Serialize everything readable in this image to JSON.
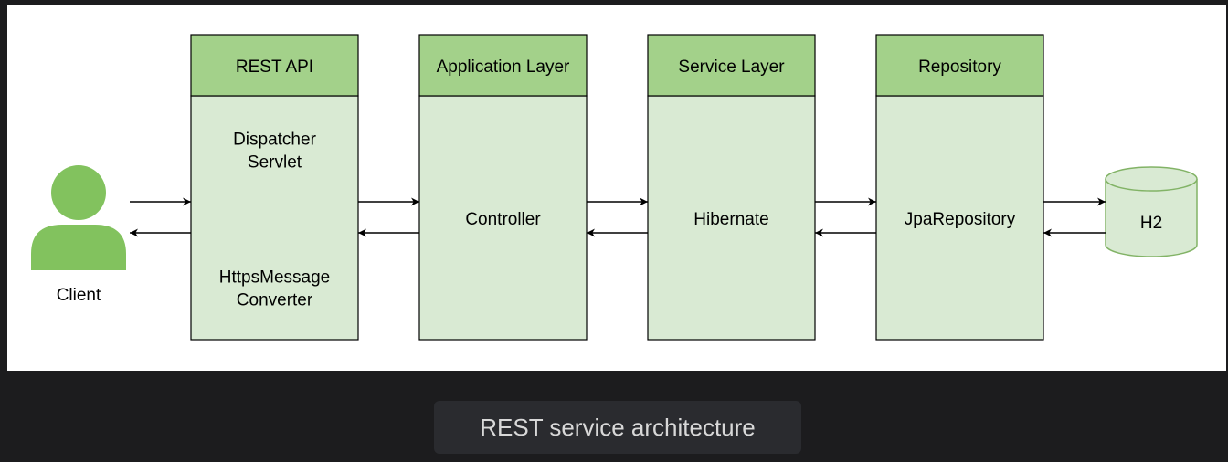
{
  "colors": {
    "header_fill": "#a3d18a",
    "body_fill": "#d9ead3",
    "border": "#000000",
    "icon_fill": "#82c25e",
    "db_fill": "#d9ead3",
    "db_stroke": "#82b366",
    "background": "#1c1c1e"
  },
  "client": {
    "label": "Client",
    "icon": "user-icon"
  },
  "layers": [
    {
      "id": "rest-api",
      "title": "REST API",
      "items": [
        {
          "lines": [
            "Dispatcher",
            "Servlet"
          ]
        },
        {
          "lines": [
            "HttpsMessage",
            "Converter"
          ]
        }
      ]
    },
    {
      "id": "application-layer",
      "title": "Application Layer",
      "items": [
        {
          "lines": [
            "Controller"
          ]
        }
      ]
    },
    {
      "id": "service-layer",
      "title": "Service Layer",
      "items": [
        {
          "lines": [
            "Hibernate"
          ]
        }
      ]
    },
    {
      "id": "repository",
      "title": "Repository",
      "items": [
        {
          "lines": [
            "JpaRepository"
          ]
        }
      ]
    }
  ],
  "database": {
    "label": "H2",
    "icon": "database-icon"
  },
  "arrows": {
    "request": "arrow-right-icon",
    "response": "arrow-left-icon"
  },
  "caption": "REST service architecture"
}
